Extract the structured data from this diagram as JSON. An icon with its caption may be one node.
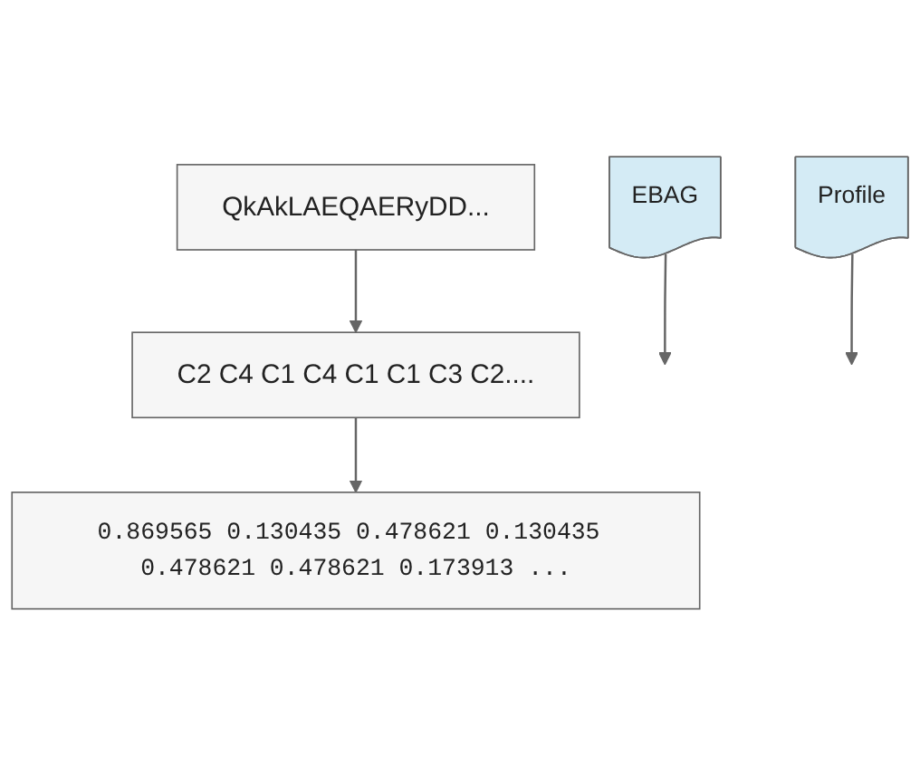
{
  "diagram": {
    "nodes": [
      {
        "text": [
          "QkAkLAEQAERyDD..."
        ]
      },
      {
        "text": [
          "EBAG"
        ]
      },
      {
        "text": [
          "C2 C4 C1 C4 C1 C1 C3 C2...."
        ]
      },
      {
        "text": [
          "Profile"
        ]
      },
      {
        "text": [
          "0.869565 0.130435 0.478621 0.130435 0.478621 0.478621 0.173913 ..."
        ]
      }
    ],
    "edges": [
      {
        "from": 0,
        "to": 2,
        "arrow": "to"
      },
      {
        "from": 1,
        "to": null,
        "arrow": "to"
      },
      {
        "from": 2,
        "to": 4,
        "arrow": "to"
      },
      {
        "from": 3,
        "to": null,
        "arrow": "to"
      }
    ]
  }
}
